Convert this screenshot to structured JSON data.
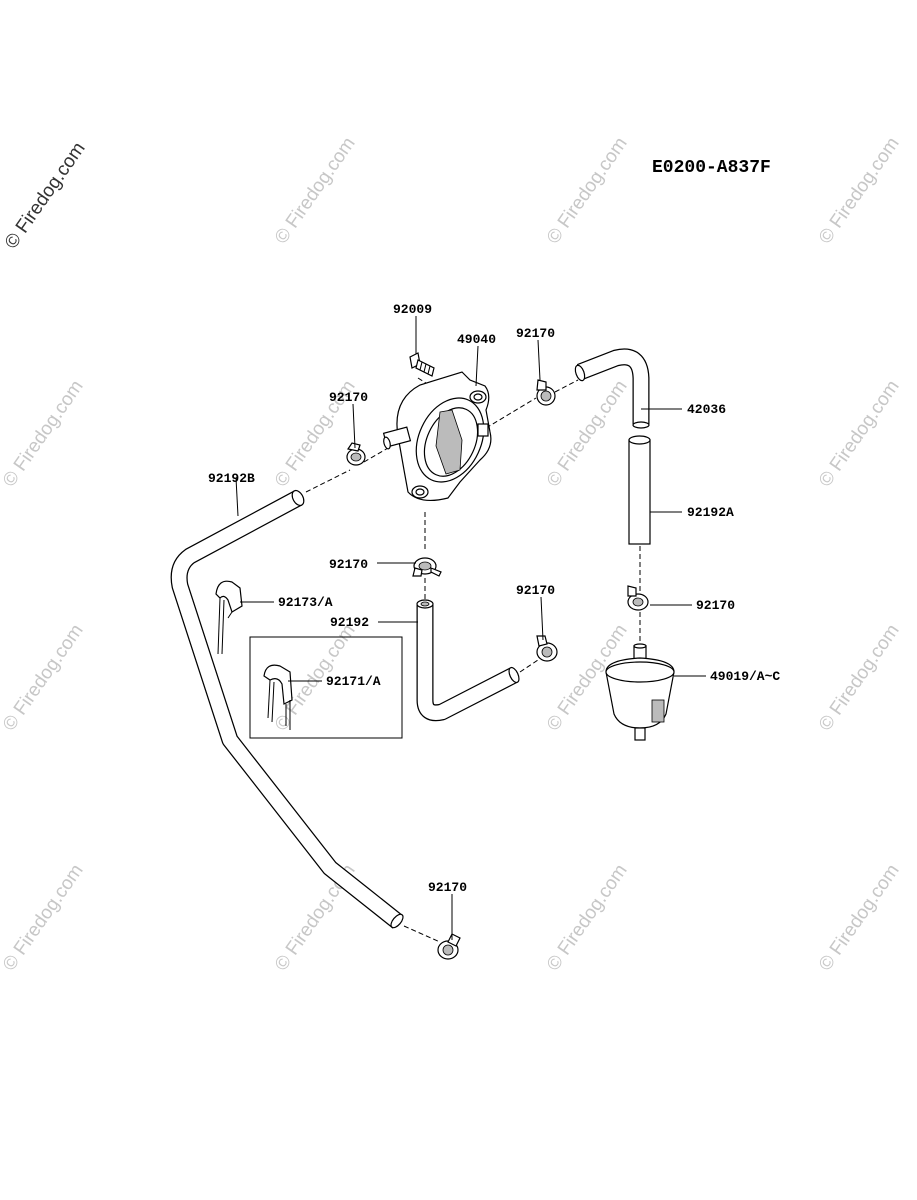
{
  "diagram_code": "E0200-A837F",
  "watermark": "© Firedog.com",
  "labels": {
    "bolt_92009": "92009",
    "pump_49040": "49040",
    "clamp_top": "92170",
    "clamp_left": "92170",
    "hose_42036": "42036",
    "hose_92192B": "92192B",
    "hose_92192A": "92192A",
    "clamp_pump_bottom": "92170",
    "clamp_right": "92170",
    "clamp_mid": "92170",
    "clip_92173": "92173/A",
    "hose_92192": "92192",
    "clip_92171": "92171/A",
    "filter_49019": "49019/A~C",
    "clamp_bottom": "92170"
  }
}
